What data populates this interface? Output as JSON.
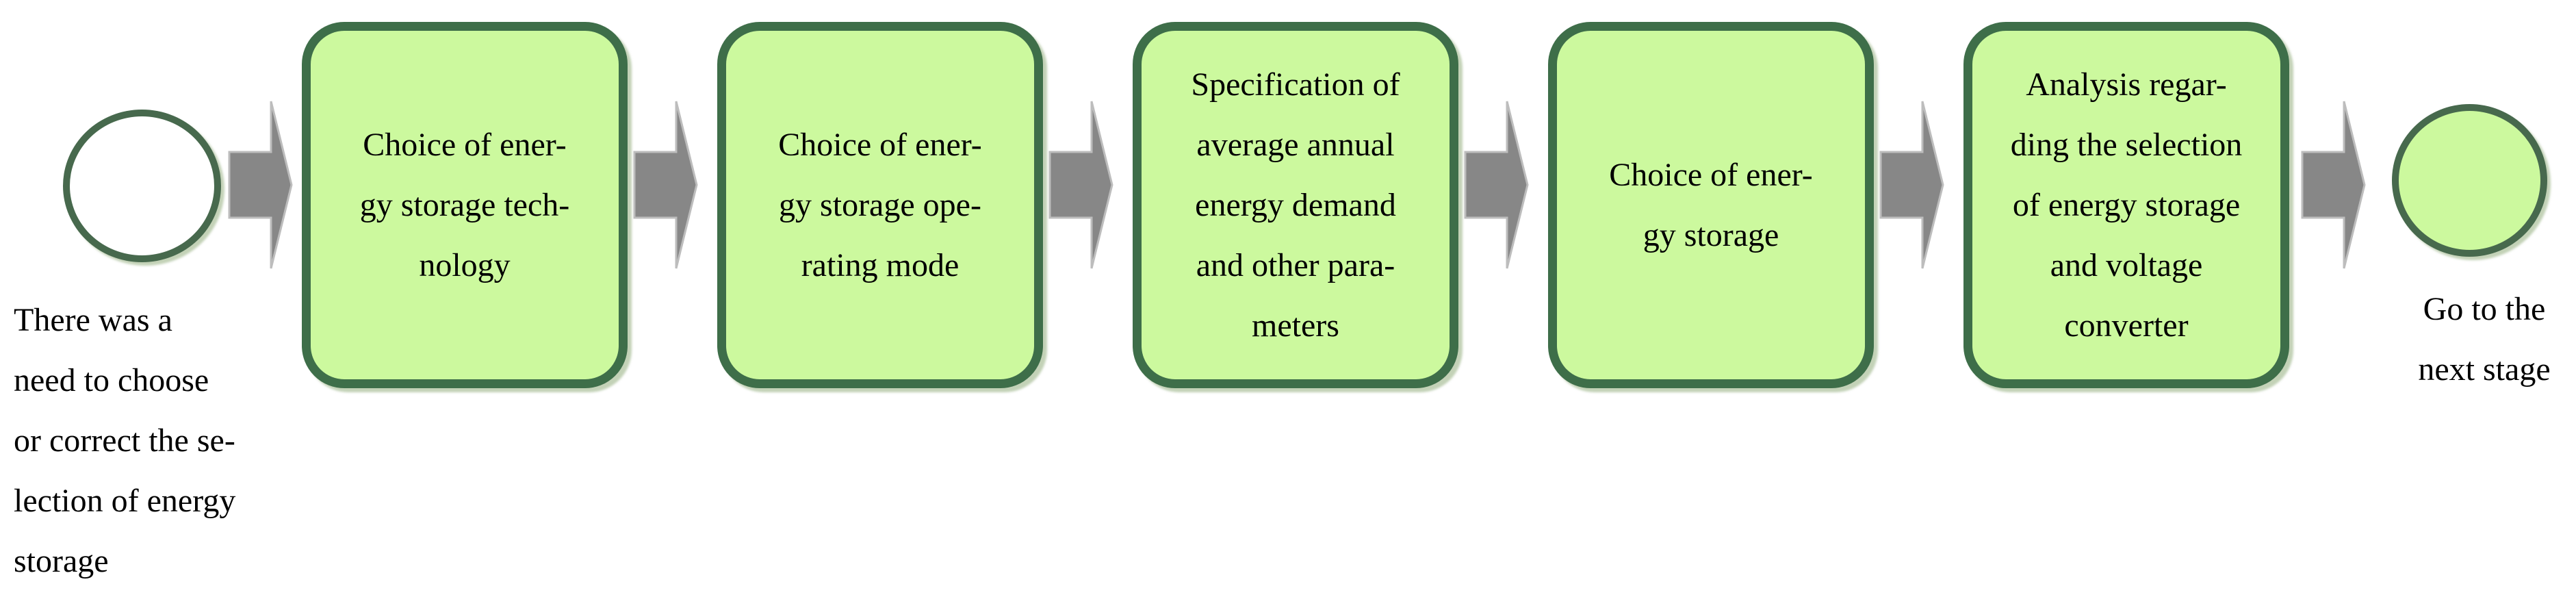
{
  "figure": {
    "type": "flowchart",
    "background": "#ffffff"
  },
  "colors": {
    "node_fill": "#ccf99e",
    "box_border": "#3e6e49",
    "circle_border": "#47694d",
    "arrow_fill": "#878787",
    "arrow_edge": "#bdbdbd",
    "text": "#000000"
  },
  "flow": {
    "start": {
      "shape": "circle",
      "fill": "white",
      "label": "There was a\nneed to choose\nor correct the se-\nlection of energy\nstorage"
    },
    "steps": [
      {
        "label": "Choice of ener-\ngy storage tech-\nnology"
      },
      {
        "label": "Choice of ener-\ngy storage ope-\nrating mode"
      },
      {
        "label": "Specification of\naverage annual\nenergy demand\nand other para-\nmeters"
      },
      {
        "label": "Choice of ener-\ngy storage"
      },
      {
        "label": "Analysis regar-\nding the selection\nof energy storage\nand voltage\nconverter"
      }
    ],
    "end": {
      "shape": "circle",
      "fill": "green",
      "label": "Go to the\nnext stage"
    },
    "connector": "right-arrow"
  }
}
